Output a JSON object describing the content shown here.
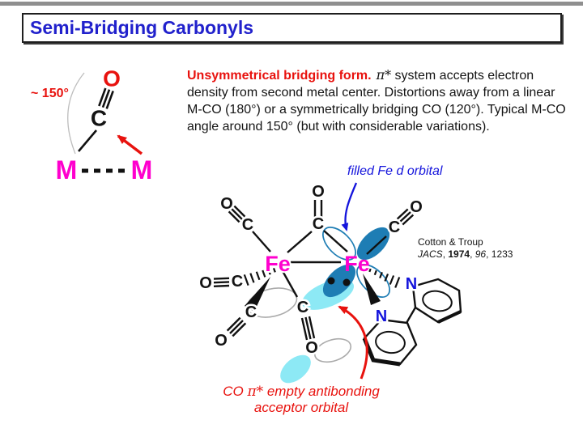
{
  "slide": {
    "title": "Semi-Bridging Carbonyls"
  },
  "left_diagram": {
    "angle_label": "~ 150°",
    "atom_o": "O",
    "atom_c": "C",
    "metal": "M"
  },
  "paragraph": {
    "lead": "Unsymmetrical bridging form.",
    "pi_star": "π*",
    "body": " system accepts electron density from second metal center.  Distortions away from a linear M-CO (180°) or a symmetrically bridging CO (120°).  Typical M-CO angle around 150° (but with considerable variations)."
  },
  "molecule": {
    "fe": "Fe",
    "c": "C",
    "o": "O",
    "n": "N"
  },
  "annotations": {
    "filled_orbital": "filled Fe d orbital",
    "empty_pre": "CO ",
    "empty_pi": "π*",
    "empty_post": " empty antibonding",
    "empty_line2": "acceptor orbital"
  },
  "citation": {
    "authors": "Cotton & Troup",
    "journal": "JACS",
    "year": "1974",
    "volume": "96",
    "pages": "1233",
    "comma": ", "
  },
  "colors": {
    "title_blue": "#2121cc",
    "red": "#e8120e",
    "magenta": "#ff00ce",
    "orbital_teal": "#1e7db4",
    "orbital_cyan": "#8de9f5",
    "annotation_blue": "#1414dc"
  }
}
